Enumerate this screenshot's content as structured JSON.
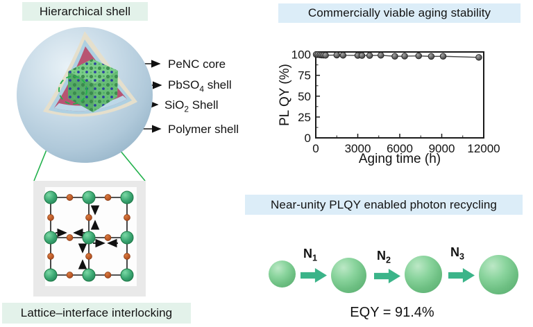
{
  "panels": {
    "hierarchical_shell": {
      "title": "Hierarchical shell",
      "shell_labels": [
        {
          "pre": "PeNC core",
          "sub": "",
          "post": ""
        },
        {
          "pre": "PbSO",
          "sub": "4",
          "post": " shell"
        },
        {
          "pre": "SiO",
          "sub": "2",
          "post": " Shell"
        },
        {
          "pre": "Polymer shell",
          "sub": "",
          "post": ""
        }
      ]
    },
    "aging": {
      "title": "Commercially viable aging stability"
    },
    "lattice": {
      "caption": "Lattice–interface interlocking"
    },
    "photon": {
      "title": "Near-unity PLQY enabled photon recycling",
      "step_labels": [
        {
          "pre": "N",
          "sub": "1"
        },
        {
          "pre": "N",
          "sub": "2"
        },
        {
          "pre": "N",
          "sub": "3"
        }
      ],
      "eqy": "EQY = 91.4%"
    }
  },
  "colors": {
    "mint_label_bg": "#e3f2ea",
    "blue_label_bg": "#dcedf8",
    "outer_sphere_blue": "#b7cfdf",
    "pbso4_pink": "#b85472",
    "polymer_rim_cream": "#e5dfcc",
    "sio2_rim_blue": "#aed0e2",
    "penc_green": "#6cbd7a",
    "lattice_node_green": "#3aa671",
    "halide_dot_orange": "#bf5627",
    "photon_sphere_green": "#72c287",
    "teal_arrow": "#3bb489",
    "magnifier_green": "#22b14c",
    "chart_marker_gray": "#555555"
  },
  "chart_data": {
    "type": "scatter",
    "title": "",
    "xlabel": "Aging time (h)",
    "ylabel": "PL QY (%)",
    "xlim": [
      0,
      12000
    ],
    "ylim": [
      0,
      103
    ],
    "xticks": [
      0,
      3000,
      6000,
      9000,
      12000
    ],
    "yticks": [
      0,
      25,
      50,
      75,
      100
    ],
    "grid": false,
    "legend": null,
    "line_color": "#444444",
    "x": [
      30,
      150,
      300,
      430,
      560,
      700,
      1500,
      1950,
      3000,
      3300,
      3850,
      4650,
      5650,
      6350,
      7350,
      8250,
      9100,
      11650
    ],
    "y": [
      100,
      99.8,
      99.5,
      99.3,
      99.2,
      99.0,
      99.3,
      99.0,
      98.8,
      98.7,
      98.7,
      99.0,
      97.8,
      98.0,
      98.3,
      97.7,
      97.8,
      96.5
    ]
  }
}
